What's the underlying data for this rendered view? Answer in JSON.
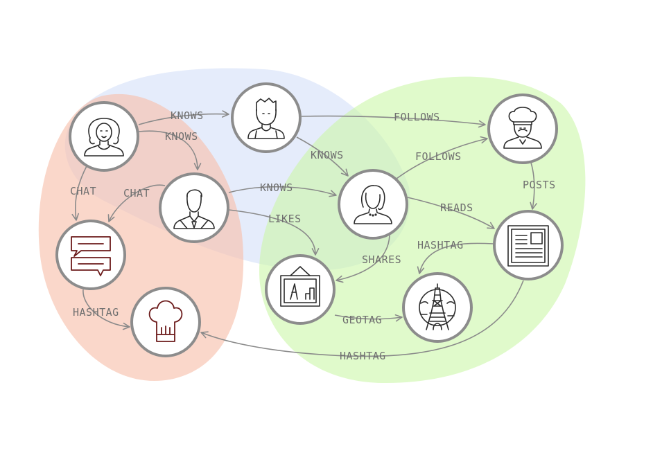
{
  "colors": {
    "community_blue": "#cfdcf7",
    "community_red": "#f8c1ad",
    "community_green": "#ccf7a8",
    "edge": "#8a8a8a",
    "node_ring": "#8c8c8c",
    "label": "#6f6f6f"
  },
  "nodes": [
    {
      "id": "woman",
      "icon": "woman-icon"
    },
    {
      "id": "boy",
      "icon": "boy-icon"
    },
    {
      "id": "man",
      "icon": "businessman-icon"
    },
    {
      "id": "lady",
      "icon": "lady-icon"
    },
    {
      "id": "chef",
      "icon": "chef-icon"
    },
    {
      "id": "chat",
      "icon": "chat-icon"
    },
    {
      "id": "toque",
      "icon": "chef-hat-icon"
    },
    {
      "id": "picture",
      "icon": "framed-picture-icon"
    },
    {
      "id": "eiffel",
      "icon": "eiffel-tower-icon"
    },
    {
      "id": "article",
      "icon": "newspaper-icon"
    }
  ],
  "edges": [
    {
      "from": "woman",
      "to": "boy",
      "label": "KNOWS"
    },
    {
      "from": "woman",
      "to": "man",
      "label": "KNOWS"
    },
    {
      "from": "woman",
      "to": "chat",
      "label": "CHAT"
    },
    {
      "from": "man",
      "to": "chat",
      "label": "CHAT"
    },
    {
      "from": "boy",
      "to": "chef",
      "label": "FOLLOWS"
    },
    {
      "from": "boy",
      "to": "lady",
      "label": "KNOWS"
    },
    {
      "from": "man",
      "to": "lady",
      "label": "KNOWS"
    },
    {
      "from": "man",
      "to": "picture",
      "label": "LIKES"
    },
    {
      "from": "lady",
      "to": "chef",
      "label": "FOLLOWS"
    },
    {
      "from": "lady",
      "to": "article",
      "label": "READS"
    },
    {
      "from": "chef",
      "to": "article",
      "label": "POSTS"
    },
    {
      "from": "article",
      "to": "eiffel",
      "label": "HASHTAG"
    },
    {
      "from": "lady",
      "to": "picture",
      "label": "SHARES"
    },
    {
      "from": "picture",
      "to": "eiffel",
      "label": "GEOTAG"
    },
    {
      "from": "chat",
      "to": "toque",
      "label": "HASHTAG"
    },
    {
      "from": "article",
      "to": "toque",
      "label": "HASHTAG"
    }
  ]
}
